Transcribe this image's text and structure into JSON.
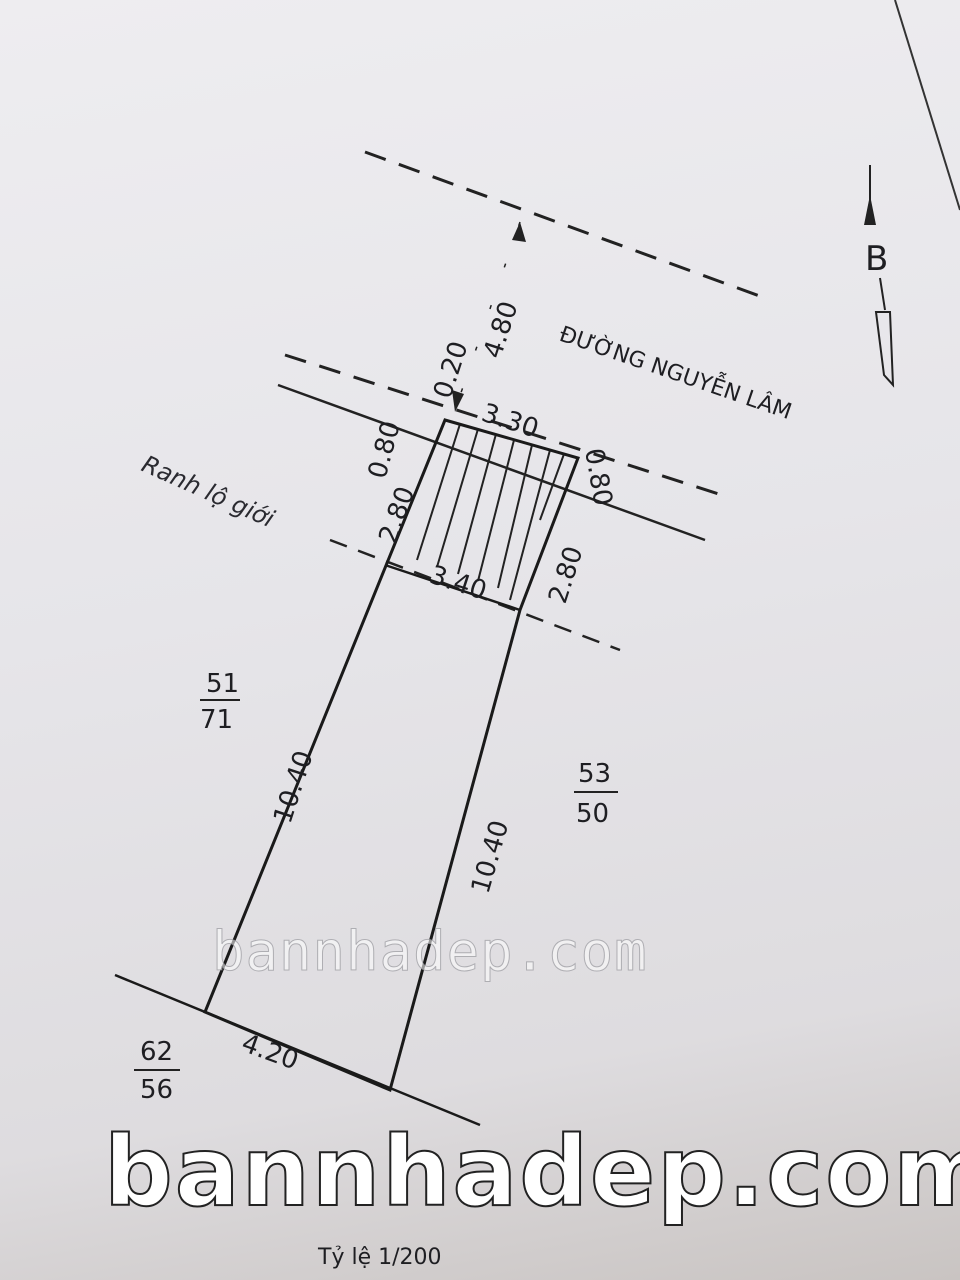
{
  "diagram": {
    "street_name": "ĐƯỜNG NGUYỄN LÂM",
    "north_label": "B",
    "boundary_label": "Ranh lộ giới",
    "dimensions": {
      "road_width": "4.80",
      "setback_top": "0.20",
      "front_width": "3.30",
      "left_offset": "0.80",
      "right_offset": "0.80",
      "left_short": "2.80",
      "right_short": "2.80",
      "mid_width": "3.40",
      "left_long": "10.40",
      "right_long": "10.40",
      "back_width": "4.20"
    },
    "parcels": [
      {
        "top": "51",
        "bottom": "71"
      },
      {
        "top": "53",
        "bottom": "50"
      },
      {
        "top": "62",
        "bottom": "56"
      }
    ],
    "scale": "Tỷ lệ 1/200"
  },
  "watermark": {
    "middle": "bannhadep.com",
    "bottom": "bannhadep.com"
  }
}
